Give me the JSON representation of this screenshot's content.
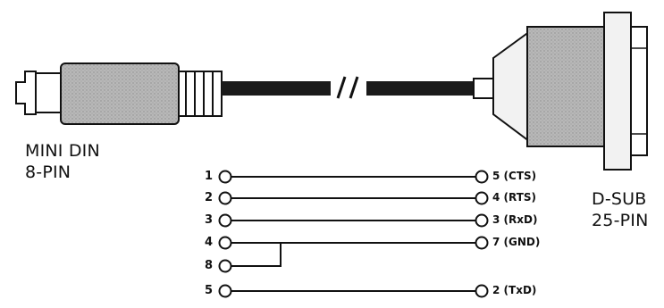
{
  "left_connector": {
    "line1": "MINI DIN",
    "line2": "8-PIN"
  },
  "right_connector": {
    "line1": "D-SUB",
    "line2": "25-PIN"
  },
  "wiring": [
    {
      "left_pin": "1",
      "right_pin": "5 (CTS)"
    },
    {
      "left_pin": "2",
      "right_pin": "4 (RTS)"
    },
    {
      "left_pin": "3",
      "right_pin": "3 (RxD)"
    },
    {
      "left_pin": "4",
      "right_pin": "7 (GND)"
    },
    {
      "left_pin": "8",
      "right_pin": ""
    },
    {
      "left_pin": "5",
      "right_pin": "2 (TxD)"
    }
  ],
  "colors": {
    "body": "#b4b4b4",
    "outline": "#111111",
    "cable": "#1a1a1a"
  }
}
